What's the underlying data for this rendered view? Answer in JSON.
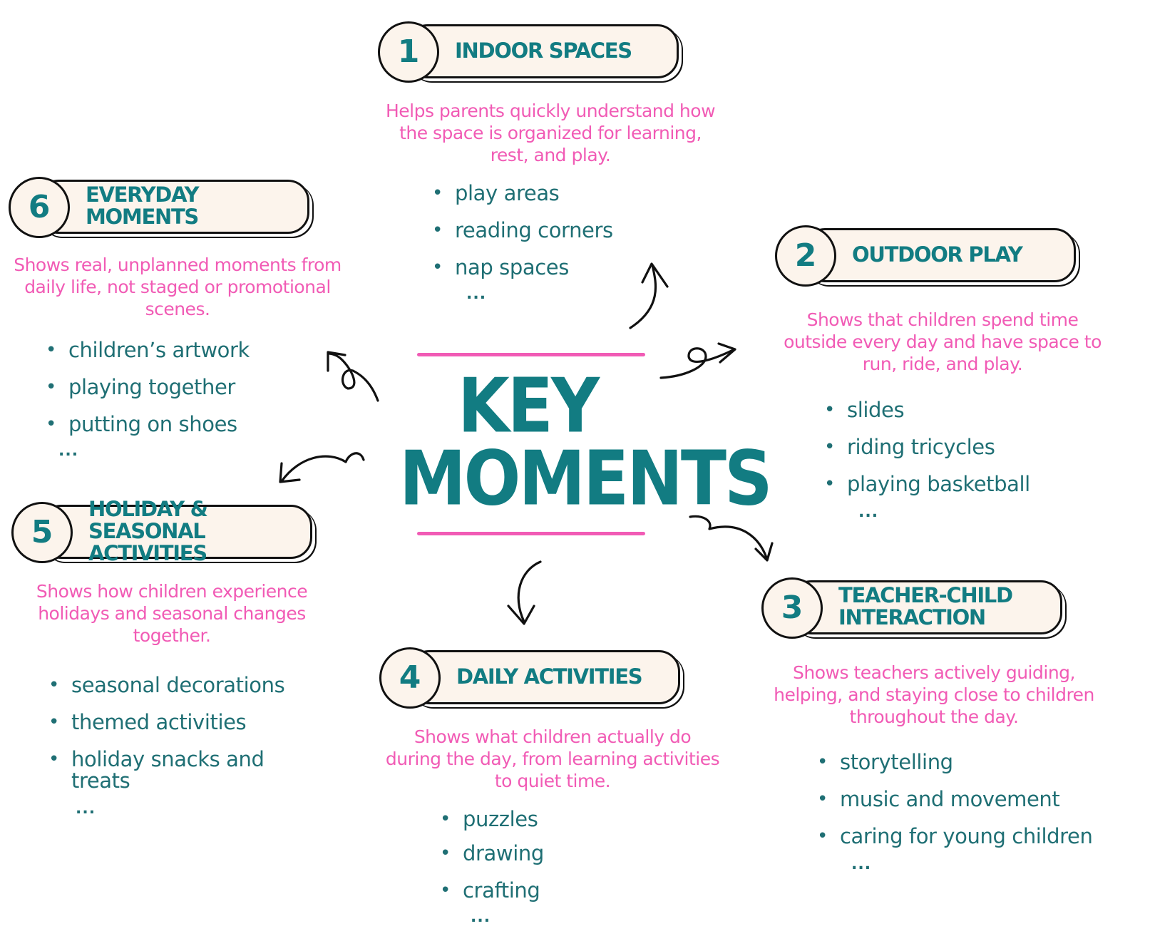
{
  "title": {
    "line1": "KEY",
    "line2": "MOMENTS"
  },
  "colors": {
    "accent": "#127c82",
    "pink": "#f15bb5",
    "pill": "#fcf4ec",
    "ink": "#111111"
  },
  "topics": [
    {
      "number": "1",
      "heading": "INDOOR SPACES",
      "description": "Helps parents quickly understand how the space is organized for learning, rest, and play.",
      "items": [
        "play areas",
        "reading corners",
        "nap spaces"
      ],
      "more": "..."
    },
    {
      "number": "2",
      "heading": "OUTDOOR PLAY",
      "description": "Shows that children spend time outside every day and have space to run, ride, and play.",
      "items": [
        "slides",
        "riding tricycles",
        "playing basketball"
      ],
      "more": "..."
    },
    {
      "number": "3",
      "heading": "TEACHER-CHILD INTERACTION",
      "description": "Shows teachers actively guiding, helping, and staying close to children throughout the day.",
      "items": [
        "storytelling",
        "music and movement",
        "caring for young children"
      ],
      "more": "..."
    },
    {
      "number": "4",
      "heading": "DAILY ACTIVITIES",
      "description": "Shows what children actually do during the day, from learning activities to quiet time.",
      "items": [
        "puzzles",
        "drawing",
        "crafting"
      ],
      "more": "..."
    },
    {
      "number": "5",
      "heading": "HOLIDAY & SEASONAL ACTIVITIES",
      "description": "Shows how children experience holidays and seasonal changes together.",
      "items": [
        "seasonal decorations",
        "themed activities",
        "holiday snacks and treats"
      ],
      "more": "..."
    },
    {
      "number": "6",
      "heading": "EVERYDAY MOMENTS",
      "description": "Shows real, unplanned moments from daily life, not staged or promotional scenes.",
      "items": [
        "children’s artwork",
        "playing together",
        "putting on shoes"
      ],
      "more": "..."
    }
  ]
}
